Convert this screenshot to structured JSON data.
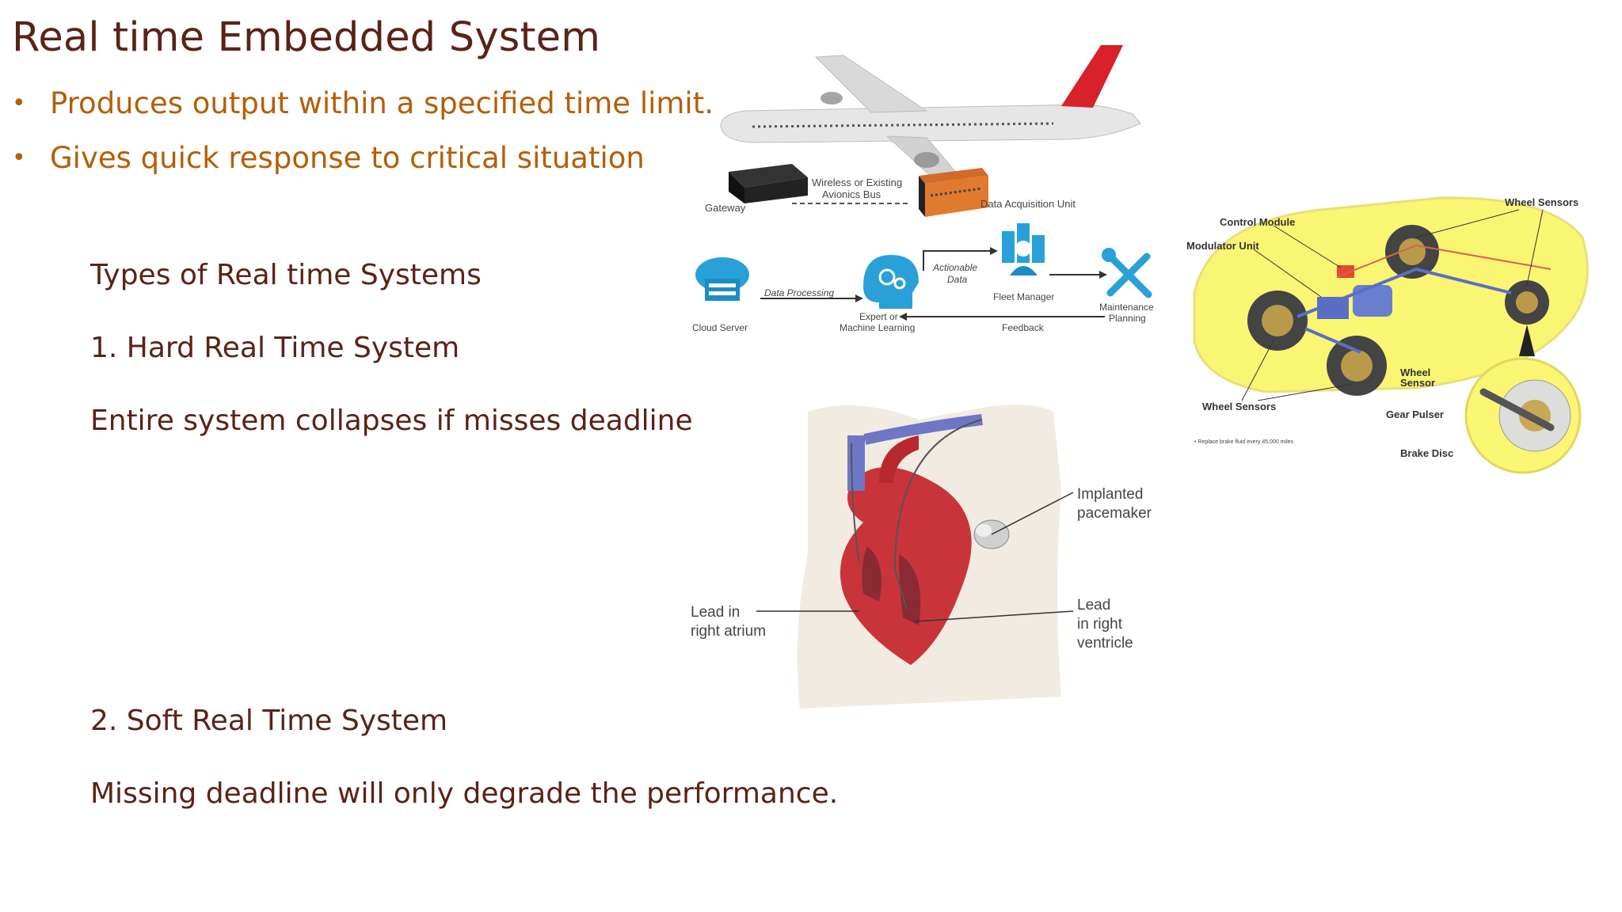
{
  "slide": {
    "title": "Real time Embedded System",
    "bullets": [
      "Produces output within a specified time limit.",
      "Gives quick response to critical situation"
    ],
    "types_heading": "Types of Real time Systems",
    "hard_heading": "1.   Hard Real Time System",
    "hard_desc": "Entire system collapses if misses deadline",
    "soft_heading": "2. Soft Real Time System",
    "soft_desc": "Missing deadline will only degrade the performance."
  },
  "avionics_figure": {
    "gateway": "Gateway",
    "bus": "Wireless or Existing",
    "bus2": "Avionics Bus",
    "dau": "Data Acquisition Unit",
    "data_processing": "Data Processing",
    "cloud": "Cloud Server",
    "actionable": "Actionable",
    "actionable2": "Data",
    "expert": "Expert or",
    "expert2": "Machine Learning",
    "fleet": "Fleet Manager",
    "feedback": "Feedback",
    "maint": "Maintenance",
    "maint2": "Planning"
  },
  "brake_figure": {
    "control": "Control Module",
    "modulator": "Modulator Unit",
    "wheel_sensors_top": "Wheel Sensors",
    "wheel_sensors_bottom": "Wheel Sensors",
    "wheel_sensor": "Wheel",
    "wheel_sensor2": "Sensor",
    "gear_pulser": "Gear Pulser",
    "brake_disc": "Brake Disc",
    "note": "• Replace brake fluid every 45,000 miles"
  },
  "heart_figure": {
    "implanted": "Implanted",
    "implanted2": "pacemaker",
    "lead_atrium": "Lead in",
    "lead_atrium2": "right atrium",
    "lead_ventricle": "Lead",
    "lead_ventricle2": "in right",
    "lead_ventricle3": "ventricle"
  }
}
